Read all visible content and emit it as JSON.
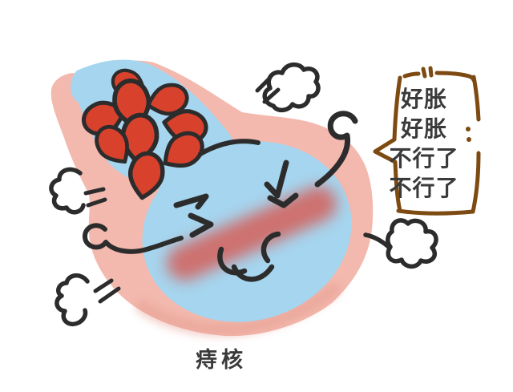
{
  "caption": {
    "label": "痔核"
  },
  "speech_bubble": {
    "lines": [
      "好胀",
      "好胀",
      "不行了",
      "不行了"
    ]
  },
  "colors": {
    "background": "#FFFFFF",
    "body_pink": "#F3B9AE",
    "body_pink_shade": "#E59A8D",
    "body_blue": "#A5D5EF",
    "vein_red": "#D8412C",
    "outline": "#2C2C2C",
    "bubble_brown": "#7D4A12",
    "blush": "#D85850",
    "text": "#3A3A3A"
  },
  "icons": {
    "steam_puff": "hand-drawn-cloud",
    "motion_dashes": "double-speed-lines",
    "antenna_curl": "spiral-stroke",
    "tail_curl": "loop-stroke",
    "speech_bubble": "hand-drawn-rect-bubble"
  }
}
